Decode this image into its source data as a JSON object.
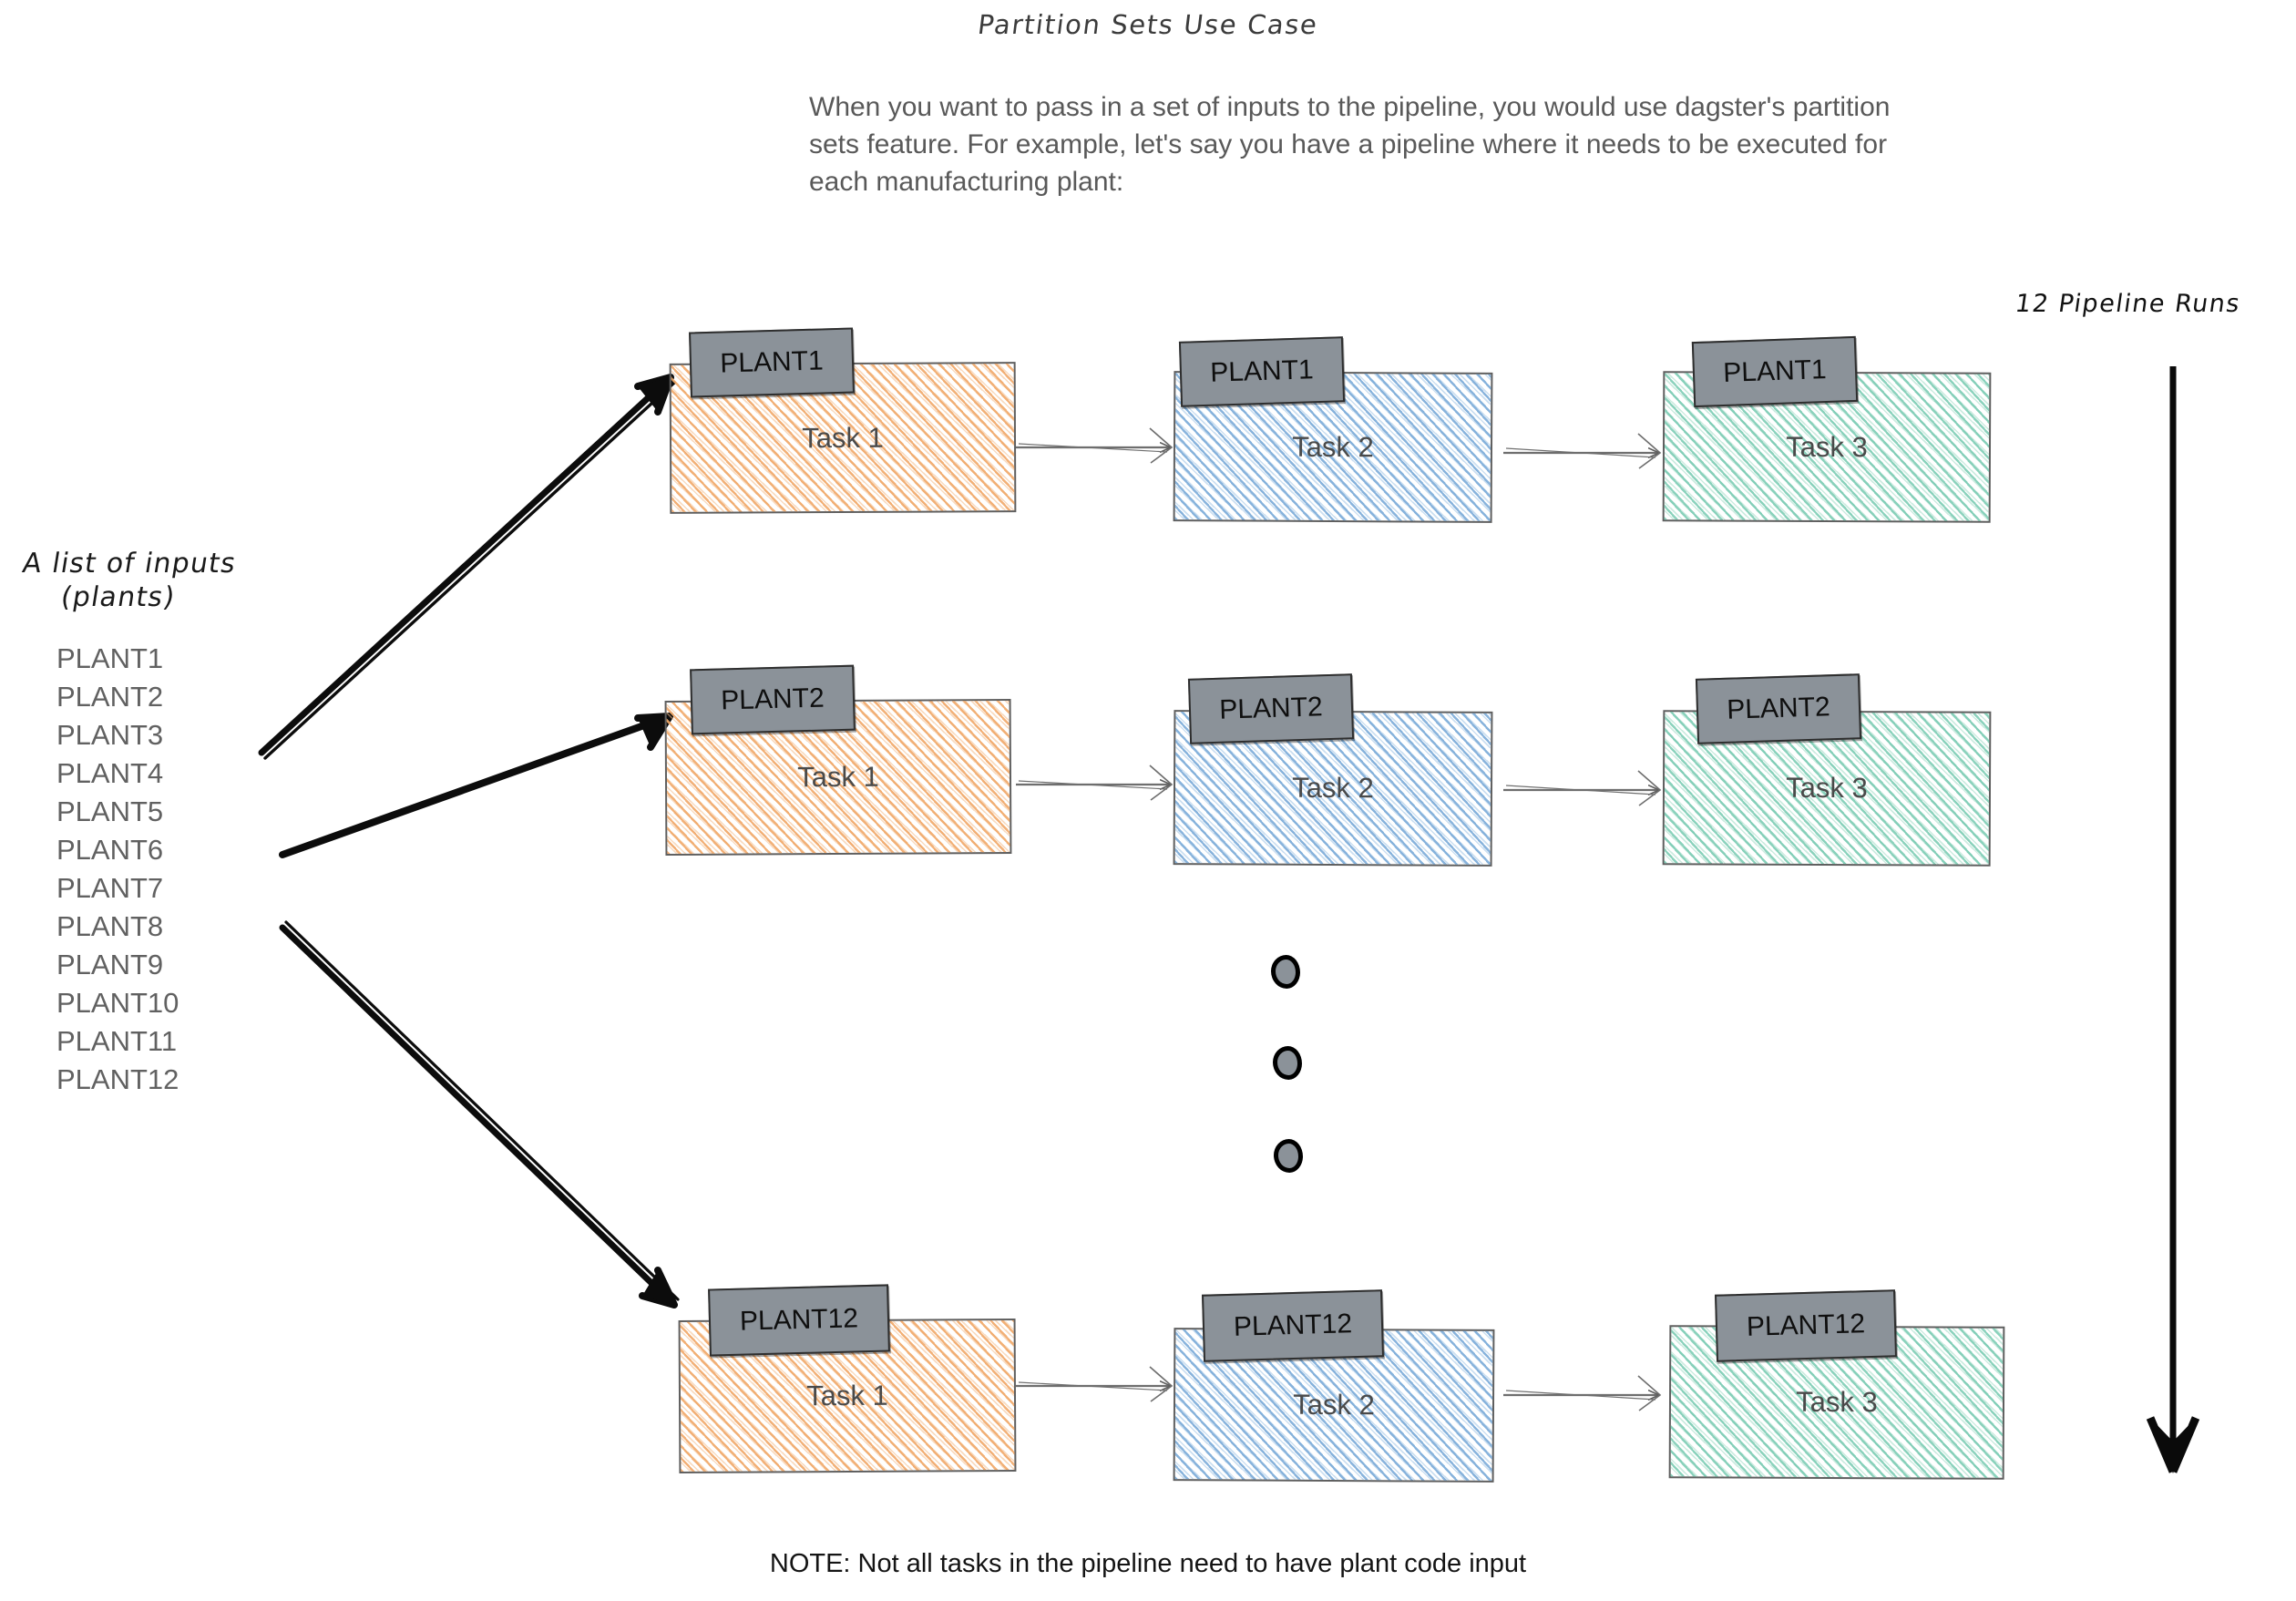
{
  "diagram": {
    "title": "Partition Sets Use Case",
    "intro": "When you want to pass in a set of inputs to the pipeline, you would use dagster's partition sets feature.  For example, let's say you have a pipeline where it needs to be executed for each manufacturing plant:",
    "footer_note": "NOTE: Not all tasks in the pipeline need to have plant code input",
    "runs_label": "12 Pipeline Runs",
    "ellipsis_count": 3
  },
  "inputs_panel": {
    "heading_line1": "A list of inputs",
    "heading_line2": "(plants)",
    "items": [
      "PLANT1",
      "PLANT2",
      "PLANT3",
      "PLANT4",
      "PLANT5",
      "PLANT6",
      "PLANT7",
      "PLANT8",
      "PLANT9",
      "PLANT10",
      "PLANT11",
      "PLANT12"
    ]
  },
  "pipeline_rows": [
    {
      "plant": "PLANT1",
      "tasks": [
        {
          "label": "Task 1",
          "color": "orange"
        },
        {
          "label": "Task 2",
          "color": "blue"
        },
        {
          "label": "Task 3",
          "color": "green"
        }
      ]
    },
    {
      "plant": "PLANT2",
      "tasks": [
        {
          "label": "Task 1",
          "color": "orange"
        },
        {
          "label": "Task 2",
          "color": "blue"
        },
        {
          "label": "Task 3",
          "color": "green"
        }
      ]
    },
    {
      "plant": "PLANT12",
      "tasks": [
        {
          "label": "Task 1",
          "color": "orange"
        },
        {
          "label": "Task 2",
          "color": "blue"
        },
        {
          "label": "Task 3",
          "color": "green"
        }
      ]
    }
  ],
  "colors": {
    "orange_hatch": "#f0a868",
    "blue_hatch": "#7babd8",
    "green_hatch": "#6ec6ac",
    "tag_gray": "#8b9299",
    "box_border": "#5f5f5f",
    "body_text": "#595959",
    "list_text": "#616161",
    "ink_black": "#111111"
  }
}
